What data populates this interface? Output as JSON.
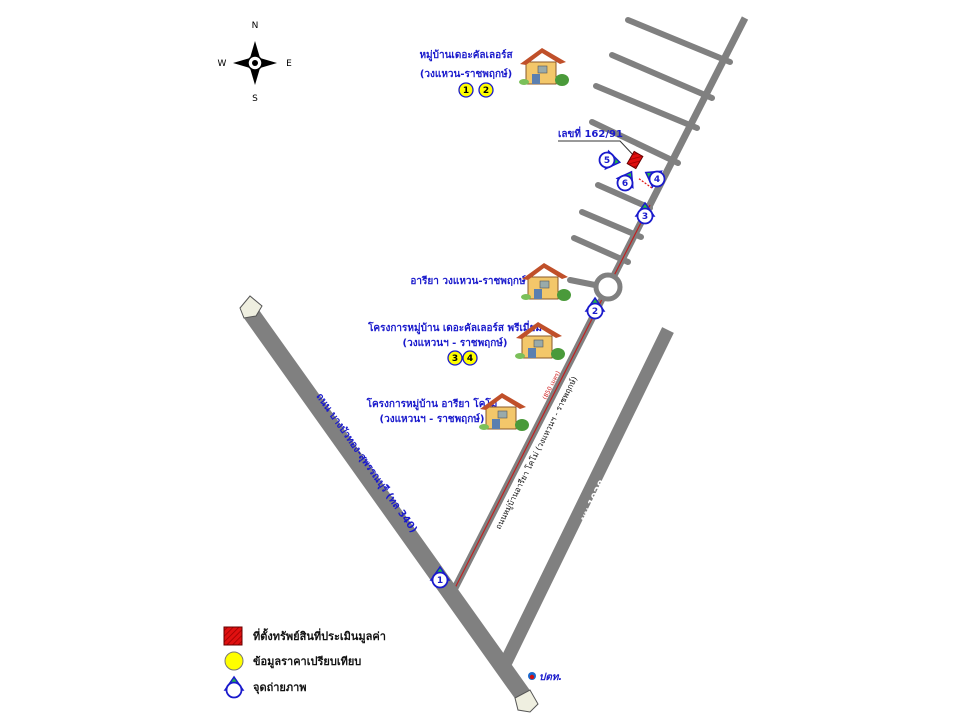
{
  "compass": {
    "n": "N",
    "s": "S",
    "e": "E",
    "w": "W"
  },
  "villages": [
    {
      "name": "หมู่บ้านเดอะคัลเลอร์ส",
      "sub": "(วงแหวน-ราชพฤกษ์)",
      "refs": [
        "1",
        "2"
      ]
    },
    {
      "name": "อารียา วงแหวน-ราชพฤกษ์"
    },
    {
      "name": "โครงการหมู่บ้าน เดอะคัลเลอร์ส พรีเมี่ยม",
      "sub": "(วงแหวนฯ - ราชพฤกษ์)",
      "refs": [
        "3",
        "4"
      ]
    },
    {
      "name": "โครงการหมู่บ้าน อารียา โคโม่",
      "sub": "(วงแหวนฯ - ราชพฤกษ์)"
    }
  ],
  "property_label": "เลขที่ 162/91",
  "roads": {
    "main": "ถนน บางบัวทอง-สุพรรณบุรี (ทล 340)",
    "village": "ถนนหมู่บ้านอารียา โคโม่ (วงแหวนฯ - ราชพฤกษ์)",
    "distance": "(850 เมตร)",
    "side": "นบ 1028"
  },
  "photo_points": [
    "1",
    "2",
    "3",
    "4",
    "5",
    "6"
  ],
  "legend": [
    {
      "label": "ที่ตั้งทรัพย์สินที่ประเมินมูลค่า"
    },
    {
      "label": "ข้อมูลราคาเปรียบเทียบ"
    },
    {
      "label": "จุดถ่ายภาพ"
    }
  ],
  "landmark": "ปตท.",
  "colors": {
    "road": "#7f7f7f",
    "label": "#1a1acc",
    "property": "#e01010",
    "compare": "#ffff00",
    "camera": "#1a1acc",
    "camera_fill": "#22bb44"
  }
}
